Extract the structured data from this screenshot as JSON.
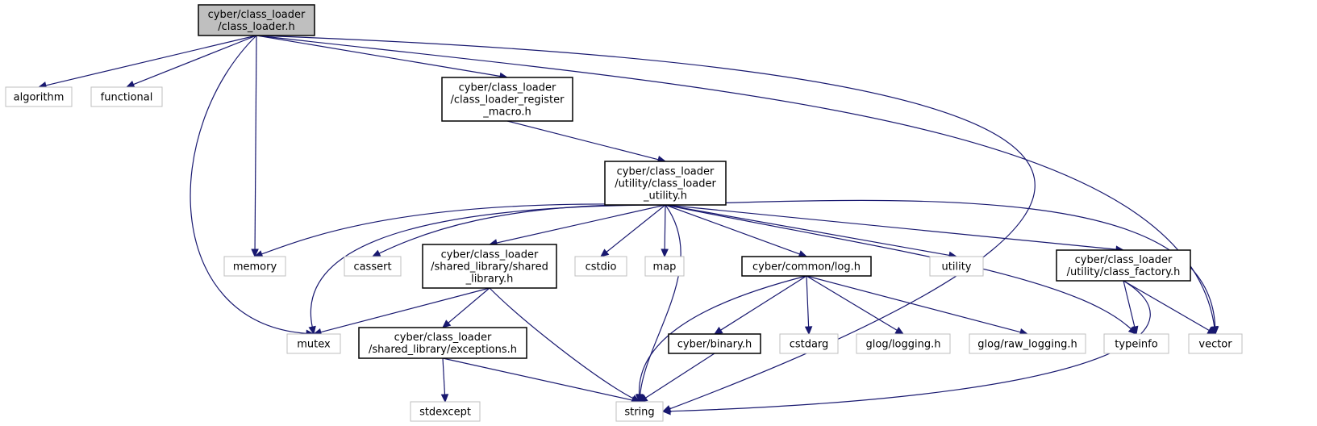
{
  "diagram": {
    "nodes": [
      {
        "id": "root",
        "lines": [
          "cyber/class_loader",
          "/class_loader.h"
        ],
        "kind": "root"
      },
      {
        "id": "algorithm",
        "lines": [
          "algorithm"
        ],
        "kind": "system"
      },
      {
        "id": "functional",
        "lines": [
          "functional"
        ],
        "kind": "system"
      },
      {
        "id": "register_macro",
        "lines": [
          "cyber/class_loader",
          "/class_loader_register",
          "_macro.h"
        ],
        "kind": "project"
      },
      {
        "id": "utility_h",
        "lines": [
          "cyber/class_loader",
          "/utility/class_loader",
          "_utility.h"
        ],
        "kind": "project"
      },
      {
        "id": "memory",
        "lines": [
          "memory"
        ],
        "kind": "system"
      },
      {
        "id": "cassert",
        "lines": [
          "cassert"
        ],
        "kind": "system"
      },
      {
        "id": "shared_library",
        "lines": [
          "cyber/class_loader",
          "/shared_library/shared",
          "_library.h"
        ],
        "kind": "project"
      },
      {
        "id": "cstdio",
        "lines": [
          "cstdio"
        ],
        "kind": "system"
      },
      {
        "id": "map",
        "lines": [
          "map"
        ],
        "kind": "system"
      },
      {
        "id": "log",
        "lines": [
          "cyber/common/log.h"
        ],
        "kind": "project"
      },
      {
        "id": "utility",
        "lines": [
          "utility"
        ],
        "kind": "system"
      },
      {
        "id": "class_factory",
        "lines": [
          "cyber/class_loader",
          "/utility/class_factory.h"
        ],
        "kind": "project"
      },
      {
        "id": "mutex",
        "lines": [
          "mutex"
        ],
        "kind": "system"
      },
      {
        "id": "exceptions",
        "lines": [
          "cyber/class_loader",
          "/shared_library/exceptions.h"
        ],
        "kind": "project"
      },
      {
        "id": "binary",
        "lines": [
          "cyber/binary.h"
        ],
        "kind": "project"
      },
      {
        "id": "cstdarg",
        "lines": [
          "cstdarg"
        ],
        "kind": "system"
      },
      {
        "id": "glog_logging",
        "lines": [
          "glog/logging.h"
        ],
        "kind": "system"
      },
      {
        "id": "glog_raw",
        "lines": [
          "glog/raw_logging.h"
        ],
        "kind": "system"
      },
      {
        "id": "typeinfo",
        "lines": [
          "typeinfo"
        ],
        "kind": "system"
      },
      {
        "id": "vector",
        "lines": [
          "vector"
        ],
        "kind": "system"
      },
      {
        "id": "stdexcept",
        "lines": [
          "stdexcept"
        ],
        "kind": "system"
      },
      {
        "id": "string",
        "lines": [
          "string"
        ],
        "kind": "system"
      }
    ],
    "edges": [
      {
        "from": "root",
        "to": "algorithm"
      },
      {
        "from": "root",
        "to": "functional"
      },
      {
        "from": "root",
        "to": "memory"
      },
      {
        "from": "root",
        "to": "mutex"
      },
      {
        "from": "root",
        "to": "register_macro"
      },
      {
        "from": "root",
        "to": "vector"
      },
      {
        "from": "root",
        "to": "string"
      },
      {
        "from": "register_macro",
        "to": "utility_h"
      },
      {
        "from": "utility_h",
        "to": "memory"
      },
      {
        "from": "utility_h",
        "to": "mutex"
      },
      {
        "from": "utility_h",
        "to": "cassert"
      },
      {
        "from": "utility_h",
        "to": "shared_library"
      },
      {
        "from": "utility_h",
        "to": "cstdio"
      },
      {
        "from": "utility_h",
        "to": "map"
      },
      {
        "from": "utility_h",
        "to": "string"
      },
      {
        "from": "utility_h",
        "to": "log"
      },
      {
        "from": "utility_h",
        "to": "utility"
      },
      {
        "from": "utility_h",
        "to": "class_factory"
      },
      {
        "from": "utility_h",
        "to": "typeinfo"
      },
      {
        "from": "utility_h",
        "to": "vector"
      },
      {
        "from": "shared_library",
        "to": "mutex"
      },
      {
        "from": "shared_library",
        "to": "exceptions"
      },
      {
        "from": "shared_library",
        "to": "string"
      },
      {
        "from": "exceptions",
        "to": "stdexcept"
      },
      {
        "from": "exceptions",
        "to": "string"
      },
      {
        "from": "log",
        "to": "string"
      },
      {
        "from": "log",
        "to": "binary"
      },
      {
        "from": "log",
        "to": "cstdarg"
      },
      {
        "from": "log",
        "to": "glog_logging"
      },
      {
        "from": "log",
        "to": "glog_raw"
      },
      {
        "from": "binary",
        "to": "string"
      },
      {
        "from": "class_factory",
        "to": "typeinfo"
      },
      {
        "from": "class_factory",
        "to": "vector"
      },
      {
        "from": "class_factory",
        "to": "string"
      }
    ]
  }
}
